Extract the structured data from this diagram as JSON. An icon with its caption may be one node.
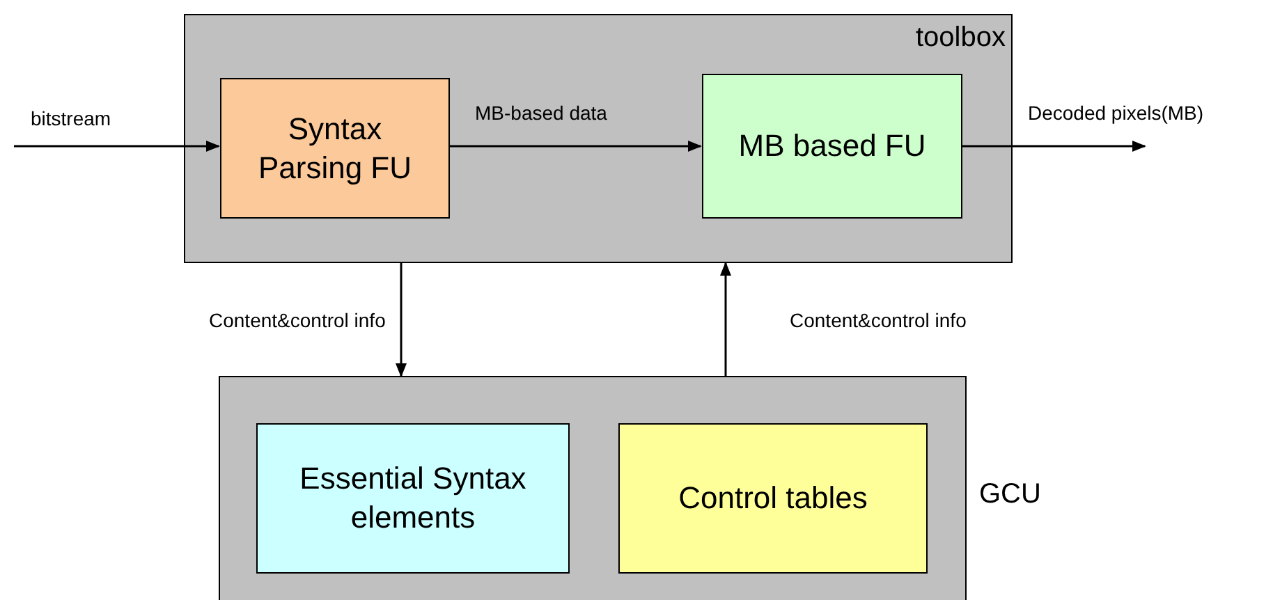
{
  "diagram": {
    "nodes": [
      {
        "text": [
          "toolbox"
        ]
      },
      {
        "text": [
          "Syntax Parsing FU"
        ],
        "in": 0
      },
      {
        "text": [
          "MB based FU"
        ],
        "in": 0
      },
      {
        "text": [
          "GCU"
        ]
      },
      {
        "text": [
          "Essential Syntax elements"
        ],
        "in": 3
      },
      {
        "text": [
          "Control tables"
        ],
        "in": 3
      }
    ],
    "edges": [
      {
        "from": null,
        "to": 1,
        "arrow": "to",
        "label": "bitstream"
      },
      {
        "from": 1,
        "to": 2,
        "arrow": "to",
        "label": "MB-based data"
      },
      {
        "from": 2,
        "to": null,
        "arrow": "to",
        "label": "Decoded pixels(MB)"
      },
      {
        "from": 0,
        "to": 3,
        "arrow": "to",
        "label": "Content&control info"
      },
      {
        "from": 3,
        "to": 0,
        "arrow": "to",
        "label": "Content&control info"
      }
    ]
  }
}
